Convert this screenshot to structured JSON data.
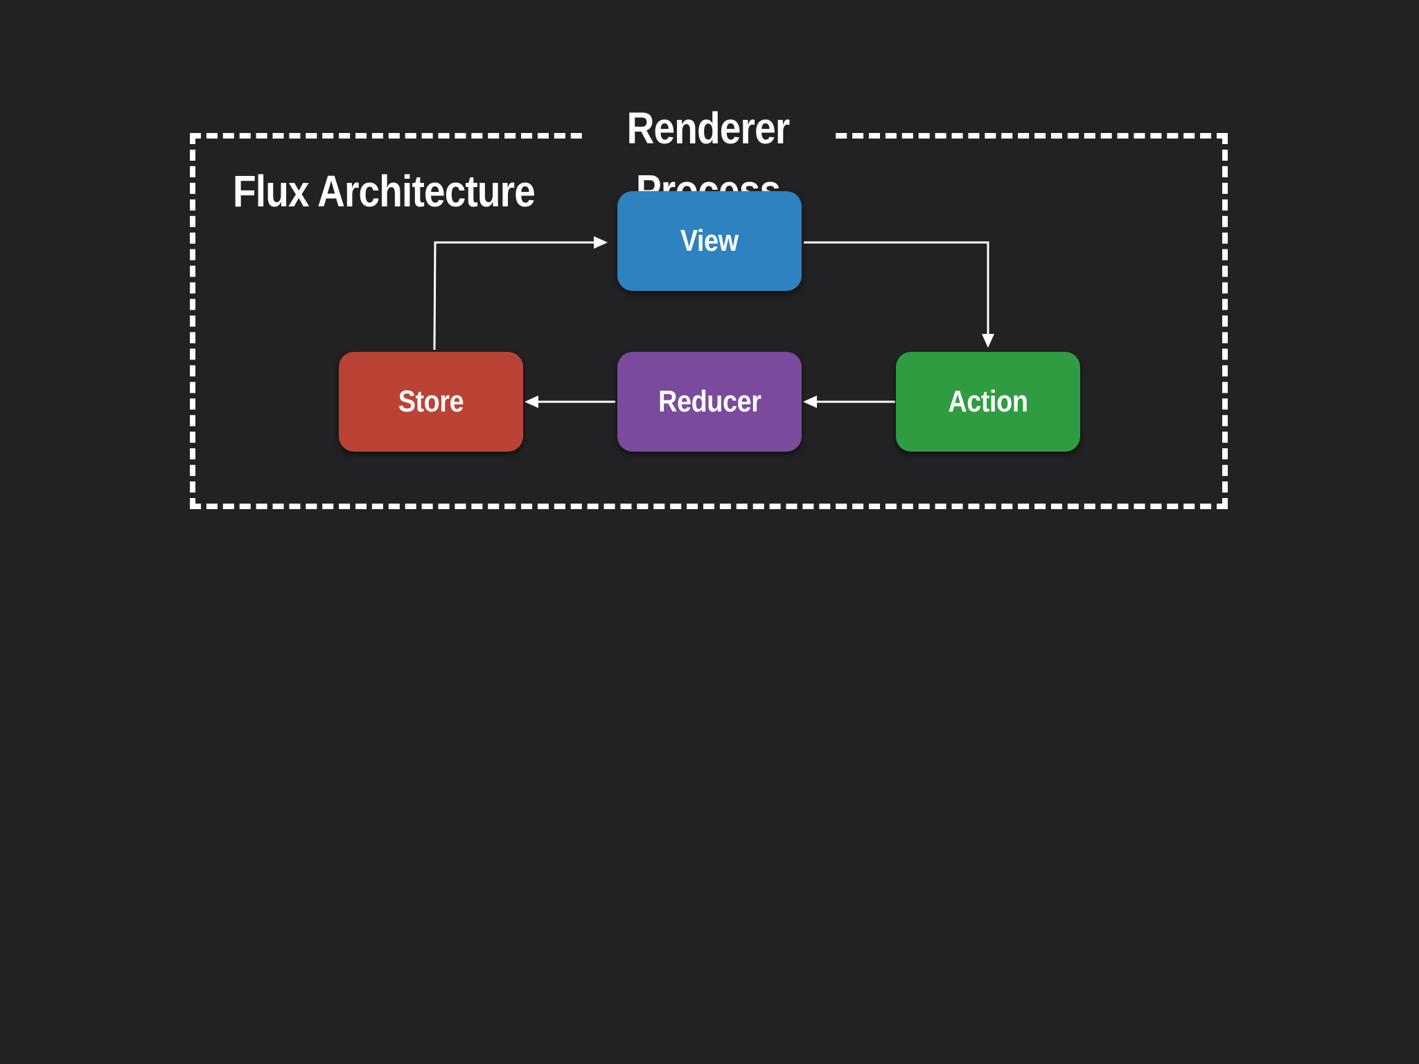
{
  "diagram": {
    "process_title": "Renderer Process",
    "architecture_title": "Flux Architecture",
    "nodes": {
      "view": {
        "label": "View",
        "color": "#2e82c0"
      },
      "store": {
        "label": "Store",
        "color": "#bb4335"
      },
      "reducer": {
        "label": "Reducer",
        "color": "#7a4a9c"
      },
      "action": {
        "label": "Action",
        "color": "#2f9c42"
      }
    },
    "edges": [
      {
        "from": "store",
        "to": "view"
      },
      {
        "from": "view",
        "to": "action"
      },
      {
        "from": "action",
        "to": "reducer"
      },
      {
        "from": "reducer",
        "to": "store"
      }
    ],
    "colors": {
      "background": "#222224",
      "lines": "#ffffff"
    }
  }
}
